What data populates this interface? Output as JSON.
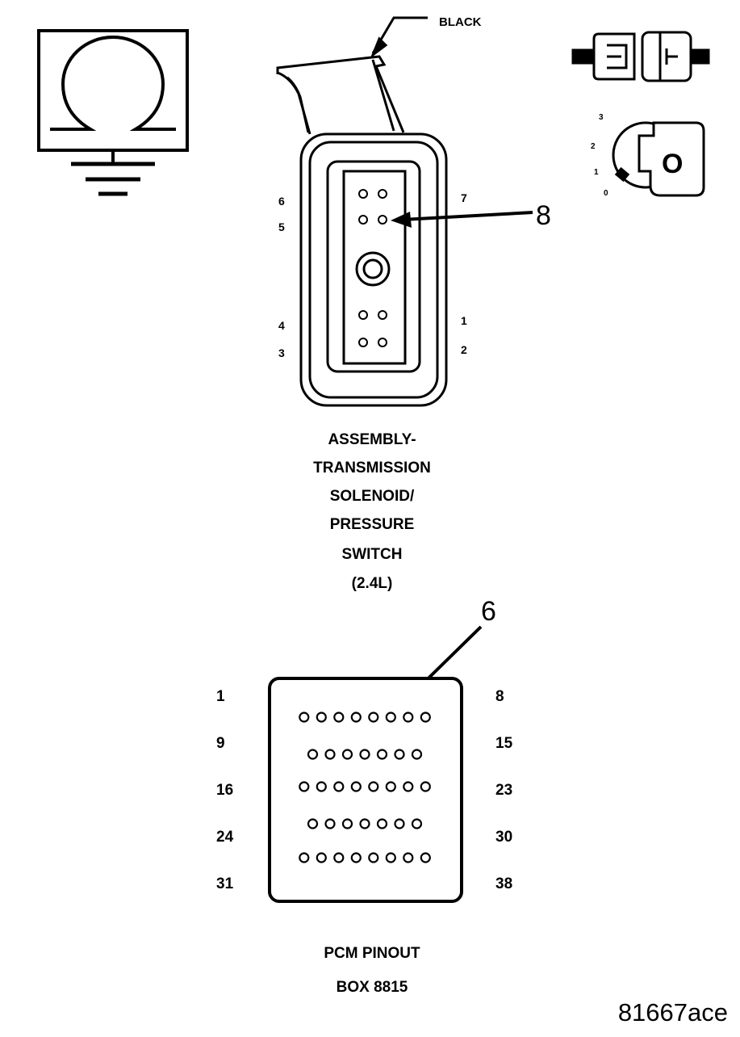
{
  "wire_color_label": "BLACK",
  "ignition_positions": [
    "3",
    "2",
    "1",
    "0"
  ],
  "ignition_key_label": "O",
  "solenoid_connector": {
    "pin_labels_left": [
      "6",
      "5",
      "4",
      "3"
    ],
    "pin_labels_right": [
      "7",
      "1",
      "2"
    ],
    "callout": "8",
    "title_lines": [
      "ASSEMBLY-",
      "TRANSMISSION",
      "SOLENOID/",
      "PRESSURE",
      "SWITCH",
      "(2.4L)"
    ]
  },
  "pcm_connector": {
    "callout": "6",
    "row_labels_left": [
      "1",
      "9",
      "16",
      "24",
      "31"
    ],
    "row_labels_right": [
      "8",
      "15",
      "23",
      "30",
      "38"
    ],
    "row_pin_counts": [
      8,
      7,
      8,
      7,
      8
    ],
    "title_lines": [
      "PCM PINOUT",
      "BOX 8815"
    ]
  },
  "figure_ref": "81667ace"
}
